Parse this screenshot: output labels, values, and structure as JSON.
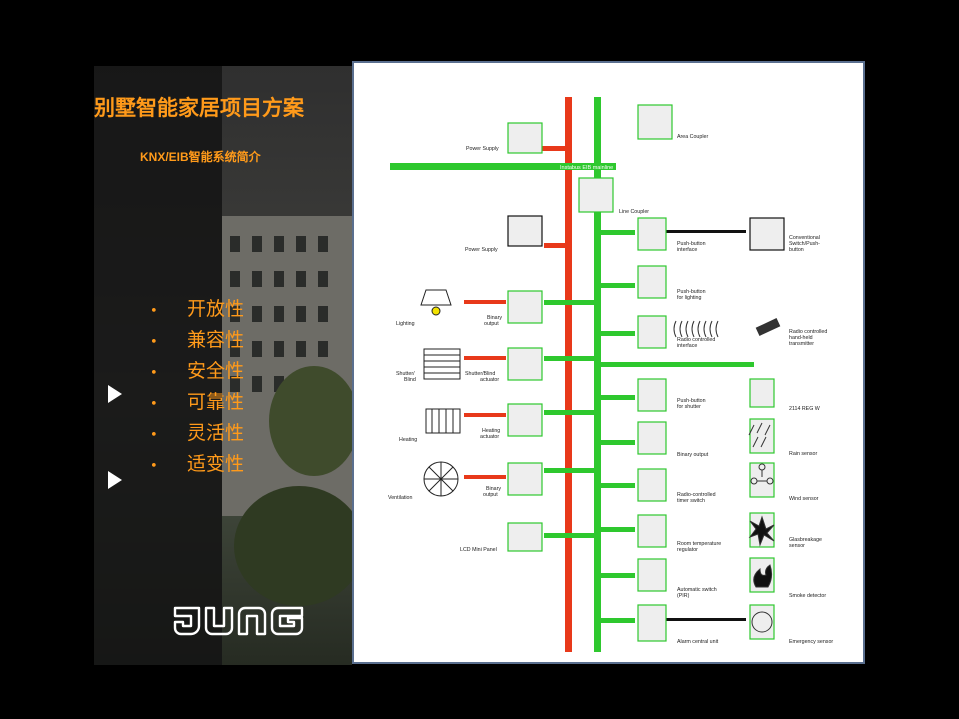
{
  "slide": {
    "title": "别墅智能家居项目方案",
    "subtitle": "KNX/EIB智能系统简介",
    "features": [
      "开放性",
      "兼容性",
      "安全性",
      "可靠性",
      "灵活性",
      "适变性"
    ],
    "bullet": "•",
    "brand": "JUNG"
  },
  "colors": {
    "accent": "#ff9a1a",
    "bus_red": "#e8391a",
    "bus_green": "#2ec82e",
    "background": "#000000"
  },
  "diagram": {
    "mainline_label": "Instabus EIB mainline",
    "labels": {
      "area_coupler": "Area Coupler",
      "power_supply_top": "Power Supply",
      "line_coupler": "Line Coupler",
      "power_supply": "Power Supply",
      "pushbutton_interface": [
        "Push-button",
        "interface"
      ],
      "conventional_switch": [
        "Conventional",
        "Switch/Push-",
        "button"
      ],
      "pushbutton_lighting": [
        "Push-button",
        "for lighting"
      ],
      "lighting": "Lighting",
      "binary_output_1": [
        "Binary",
        "output"
      ],
      "radio_interface": [
        "Radio controlled",
        "interface"
      ],
      "radio_transmitter": [
        "Radio controlled",
        "hand-held",
        "transmitter"
      ],
      "shutter_blind": [
        "Shutter/",
        "Blind"
      ],
      "shutter_actuator": [
        "Shutter/Blind",
        "actuator"
      ],
      "pushbutton_shutter": [
        "Push-button",
        "for shutter"
      ],
      "reg_2114": "2114 REG W",
      "heating": "Heating",
      "heating_actuator": [
        "Heating",
        "actuator"
      ],
      "binary_output_2": "Binary output",
      "rain_sensor": "Rain sensor",
      "ventilation": "Ventilation",
      "binary_output_3": [
        "Binary",
        "output"
      ],
      "timer_switch": [
        "Radio-controlled",
        "timer switch"
      ],
      "wind_sensor": "Wind sensor",
      "lcd_panel": "LCD Mini Panel",
      "room_temp": [
        "Room temperature",
        "regulator"
      ],
      "glassbreakage": [
        "Glasbreakage",
        "sensor"
      ],
      "auto_switch": [
        "Automatic switch",
        "(PIR)"
      ],
      "smoke_detector": "Smoke detector",
      "alarm_unit": "Alarm central unit",
      "emergency_sensor": "Emergency sensor"
    }
  }
}
